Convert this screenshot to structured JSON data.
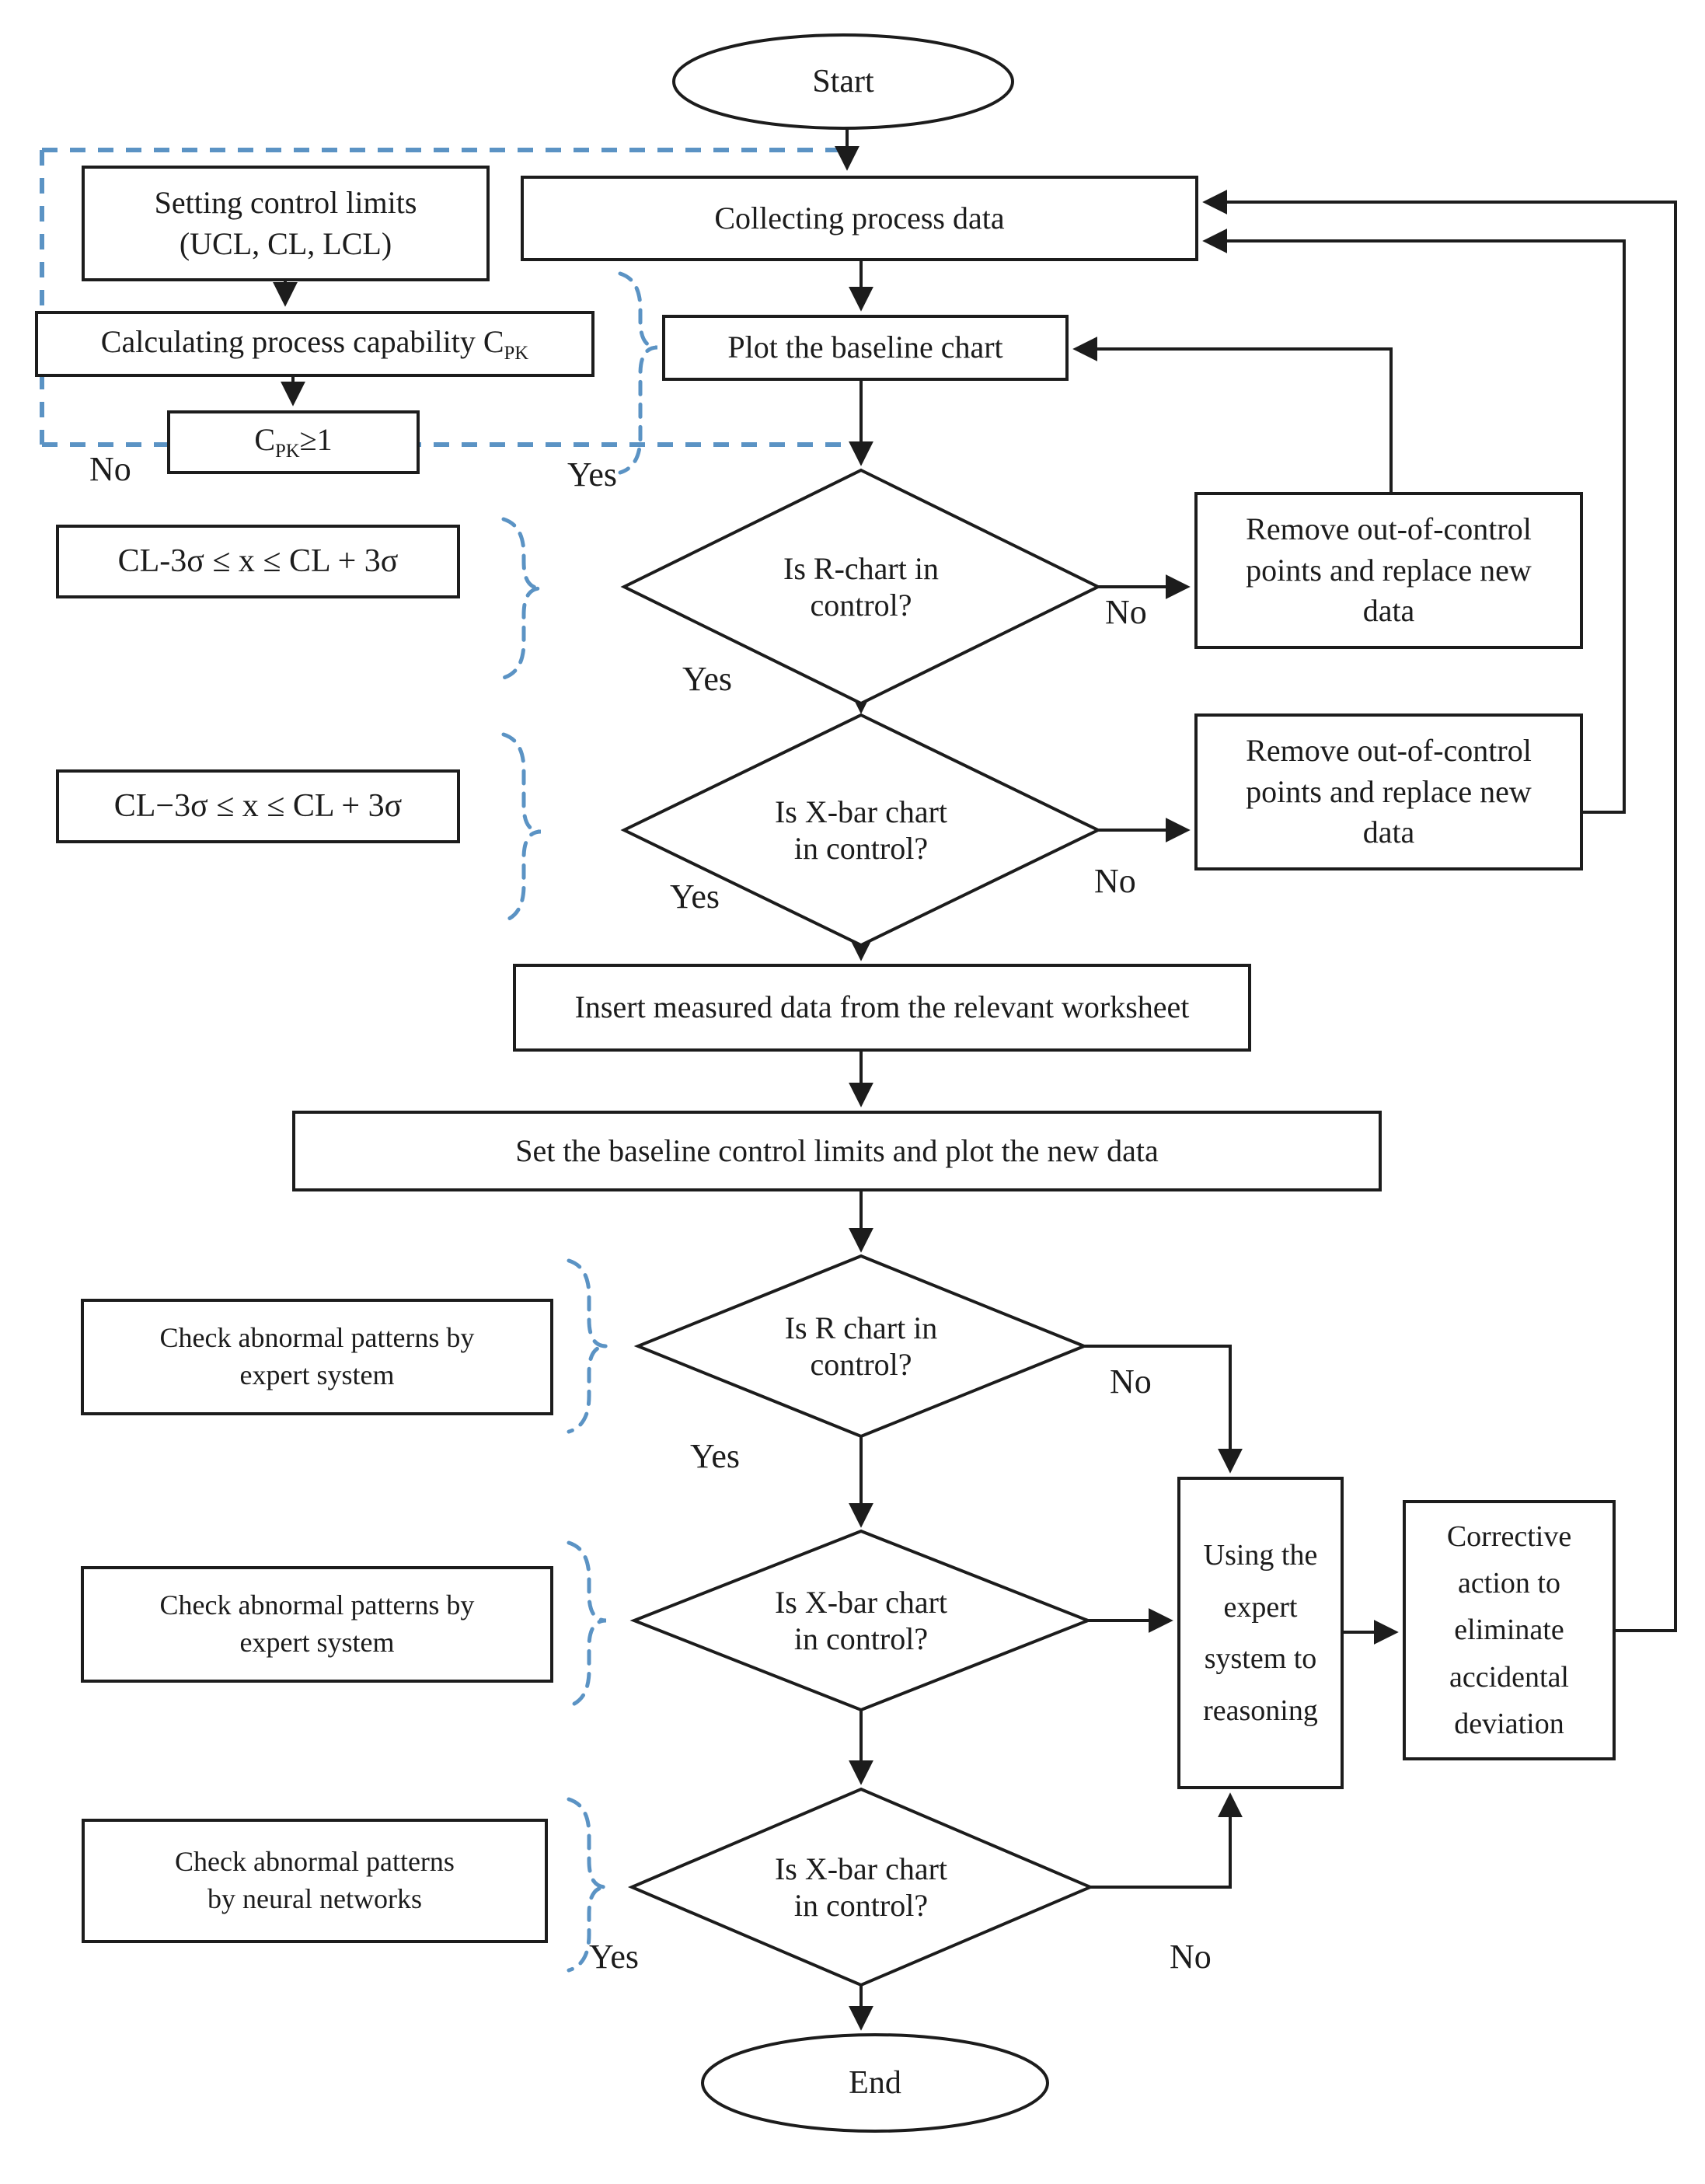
{
  "title": "SPC expert-system flowchart",
  "colors": {
    "line_black": "#1c1c1c",
    "dashed_blue": "#5b93c4"
  },
  "nodes": {
    "start": {
      "label": "Start"
    },
    "collecting": {
      "label": "Collecting process data"
    },
    "setting": {
      "line1": "Setting control limits",
      "line2": "(UCL, CL, LCL)"
    },
    "calc": {
      "prefix": "Calculating process capability C",
      "sub": "PK"
    },
    "cpk": {
      "prefix": "C",
      "sub": "PK",
      "suffix": "≥1"
    },
    "plot": {
      "label": "Plot the baseline chart"
    },
    "d1": {
      "line1": "Is R-chart in",
      "line2": "control?"
    },
    "remove1": {
      "label": "Remove out-of-control points and replace new data"
    },
    "cl1": {
      "label": "CL-3σ ≤ x ≤ CL + 3σ"
    },
    "d2": {
      "line1": "Is X-bar chart",
      "line2": "in control?"
    },
    "remove2": {
      "label": "Remove out-of-control points and replace new data"
    },
    "cl2": {
      "label": "CL−3σ ≤ x ≤ CL + 3σ"
    },
    "insert": {
      "label": "Insert measured data from the relevant worksheet"
    },
    "setbase": {
      "label": "Set the baseline control limits and plot the new data"
    },
    "d3": {
      "line1": "Is R chart in",
      "line2": "control?"
    },
    "check1": {
      "line1": "Check abnormal patterns by",
      "line2": "expert system"
    },
    "d4": {
      "line1": "Is X-bar chart",
      "line2": "in control?"
    },
    "check2": {
      "line1": "Check abnormal patterns by",
      "line2": "expert system"
    },
    "using": {
      "line1": "Using the",
      "line2": "expert",
      "line3": "system to",
      "line4": "reasoning"
    },
    "corrective": {
      "line1": "Corrective",
      "line2": "action to",
      "line3": "eliminate",
      "line4": "accidental",
      "line5": "deviation"
    },
    "d5": {
      "line1": "Is X-bar chart",
      "line2": "in control?"
    },
    "check3": {
      "line1": "Check abnormal patterns",
      "line2": "by neural networks"
    },
    "end": {
      "label": "End"
    }
  },
  "labels": {
    "no_cpk": "No",
    "yes_cpk": "Yes",
    "no_d1": "No",
    "yes_d1": "Yes",
    "no_d2": "No",
    "yes_d2": "Yes",
    "no_d3": "No",
    "yes_d3": "Yes",
    "no_d5": "No",
    "yes_d5": "Yes"
  }
}
